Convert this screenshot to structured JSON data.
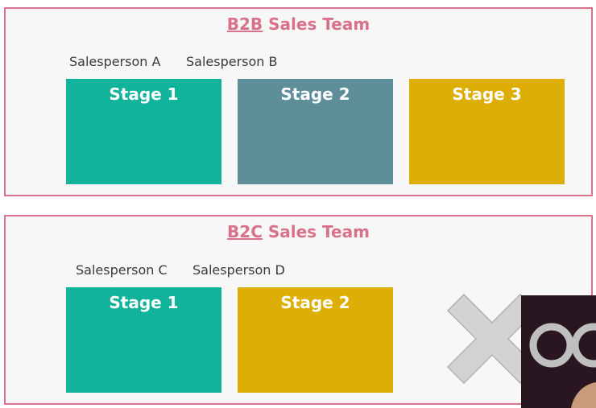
{
  "teams": [
    {
      "id": "b2b",
      "code": "B2B",
      "title_rest": " Sales Team",
      "salespeople": [
        "Salesperson A",
        "Salesperson B"
      ],
      "stages": [
        {
          "label": "Stage 1",
          "color": "#11b39b"
        },
        {
          "label": "Stage 2",
          "color": "#5f8e9b"
        },
        {
          "label": "Stage 3",
          "color": "#ddae05"
        }
      ]
    },
    {
      "id": "b2c",
      "code": "B2C",
      "title_rest": " Sales Team",
      "salespeople": [
        "Salesperson C",
        "Salesperson D"
      ],
      "stages": [
        {
          "label": "Stage 1",
          "color": "#11b39b"
        },
        {
          "label": "Stage 2",
          "color": "#ddae05"
        }
      ]
    }
  ],
  "colors": {
    "accent": "#d9718a",
    "box_background": "#f7f7f7",
    "cross": "#d3d3d3"
  },
  "icons": {
    "cross": "cross-icon",
    "overlay_logo": "video-overlay-logo-icon"
  }
}
